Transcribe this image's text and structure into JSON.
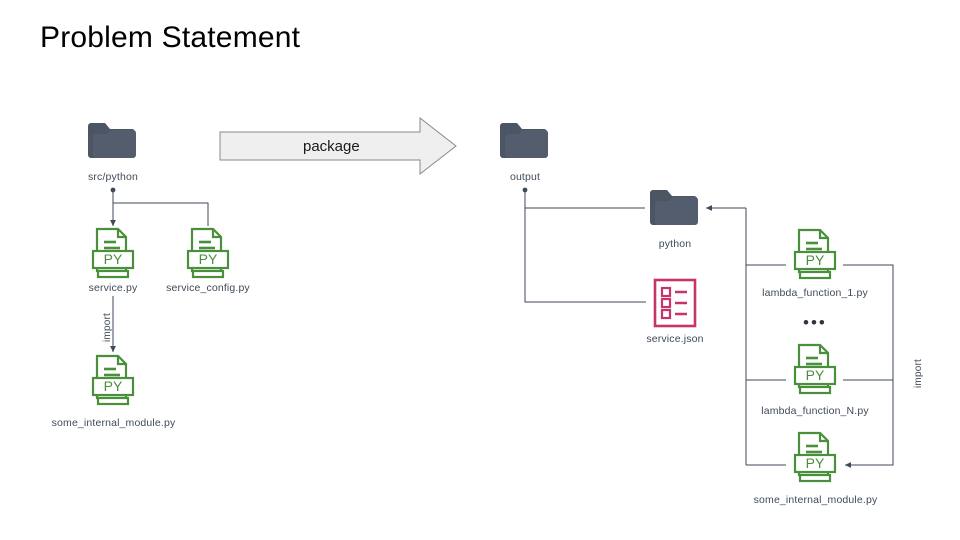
{
  "page": {
    "title": "Problem Statement",
    "background": "#ffffff"
  },
  "colors": {
    "folder": "#4c5564",
    "py_green": "#4a8f3c",
    "json_pink": "#c7336b",
    "label_text": "#3f4a5a",
    "connector": "#3f4a5a",
    "arrow_fill": "#efefef",
    "arrow_stroke": "#808080",
    "title_text": "#000000"
  },
  "left_group": {
    "root_folder": {
      "label": "src/python",
      "icon": "folder-icon"
    },
    "files": [
      {
        "label": "service.py",
        "icon": "python-file-icon"
      },
      {
        "label": "service_config.py",
        "icon": "python-file-icon"
      },
      {
        "label": "some_internal_module.py",
        "icon": "python-file-icon"
      }
    ],
    "edge_label": "import"
  },
  "package_arrow": {
    "label": "package",
    "icon": "right-block-arrow-icon"
  },
  "right_group": {
    "root_folder": {
      "label": "output",
      "icon": "folder-icon"
    },
    "python_folder": {
      "label": "python",
      "icon": "folder-icon"
    },
    "json_file": {
      "label": "service.json",
      "icon": "json-list-icon"
    },
    "lambda_files": [
      {
        "label": "lambda_function_1.py",
        "icon": "python-file-icon"
      },
      {
        "label": "lambda_function_N.py",
        "icon": "python-file-icon"
      }
    ],
    "ellipsis": "•••",
    "internal_module": {
      "label": "some_internal_module.py",
      "icon": "python-file-icon"
    },
    "edge_label": "import"
  }
}
